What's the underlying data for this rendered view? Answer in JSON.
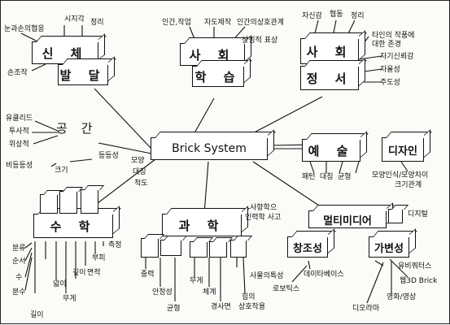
{
  "center": "Brick System",
  "boxes": {
    "physical": "신 체",
    "physical2": "발 달",
    "social": "사 회",
    "social2": "학 습",
    "emotion": "사 회",
    "emotion2": "정 서",
    "space": "공 간",
    "art": "예 술",
    "design": "디자인",
    "math": "수 학",
    "science": "과 학",
    "multimedia": "멀티미디어",
    "creativity": "창조성",
    "variability": "가변성"
  },
  "labels": {
    "phys_1": "눈과손의협응",
    "phys_2": "시지각",
    "phys_3": "정리",
    "phys_4": "손조작",
    "soc_1": "인간,작업",
    "soc_2": "자도제작",
    "soc_3": "인간의상호관계",
    "soc_4": "상징적 표상",
    "emo_1": "자신감",
    "emo_2": "협동",
    "emo_3": "정리",
    "emo_4": "타인의 작품에",
    "emo_5": "대한 존경",
    "emo_6": "자기신뢰감",
    "emo_7": "자율성",
    "emo_8": "주도성",
    "sp_1": "유클리드",
    "sp_2": "투사적",
    "sp_3": "위상적",
    "sp_4": "비등등성",
    "sp_5": "크기",
    "sp_6": "등등성",
    "ctr_1": "모양",
    "ctr_2": "대칭",
    "ctr_3": "척도",
    "art_1": "패턴",
    "art_2": "대칭",
    "art_3": "균형",
    "des_1": "모양인식/모양차이",
    "des_2": "크기관계",
    "m_1": "분류",
    "m_2": "순서",
    "m_3": "수",
    "m_4": "분수",
    "m_5": "측정",
    "m_6": "부피",
    "m_7": "면적",
    "m_8": "깊이",
    "m_9": "넓이",
    "m_10": "무게",
    "m_11": "길이",
    "sci_1": "사항학으",
    "sci_2": "인력학 사고",
    "sci_3": "중력",
    "sci_4": "안정성",
    "sci_5": "균형",
    "sci_6": "무게",
    "sci_7": "체계",
    "sci_8": "경사면",
    "sci_9": "사물의특성",
    "sci_10": "힘의",
    "sci_11": "상호작용",
    "mm_1": "디지털",
    "mm_2": "데이타베이스",
    "mm_3": "로보틱스",
    "mm_4": "유비쿼터스",
    "mm_5": "웹3D Brick",
    "mm_6": "영화/영상",
    "mm_7": "디오라마"
  }
}
